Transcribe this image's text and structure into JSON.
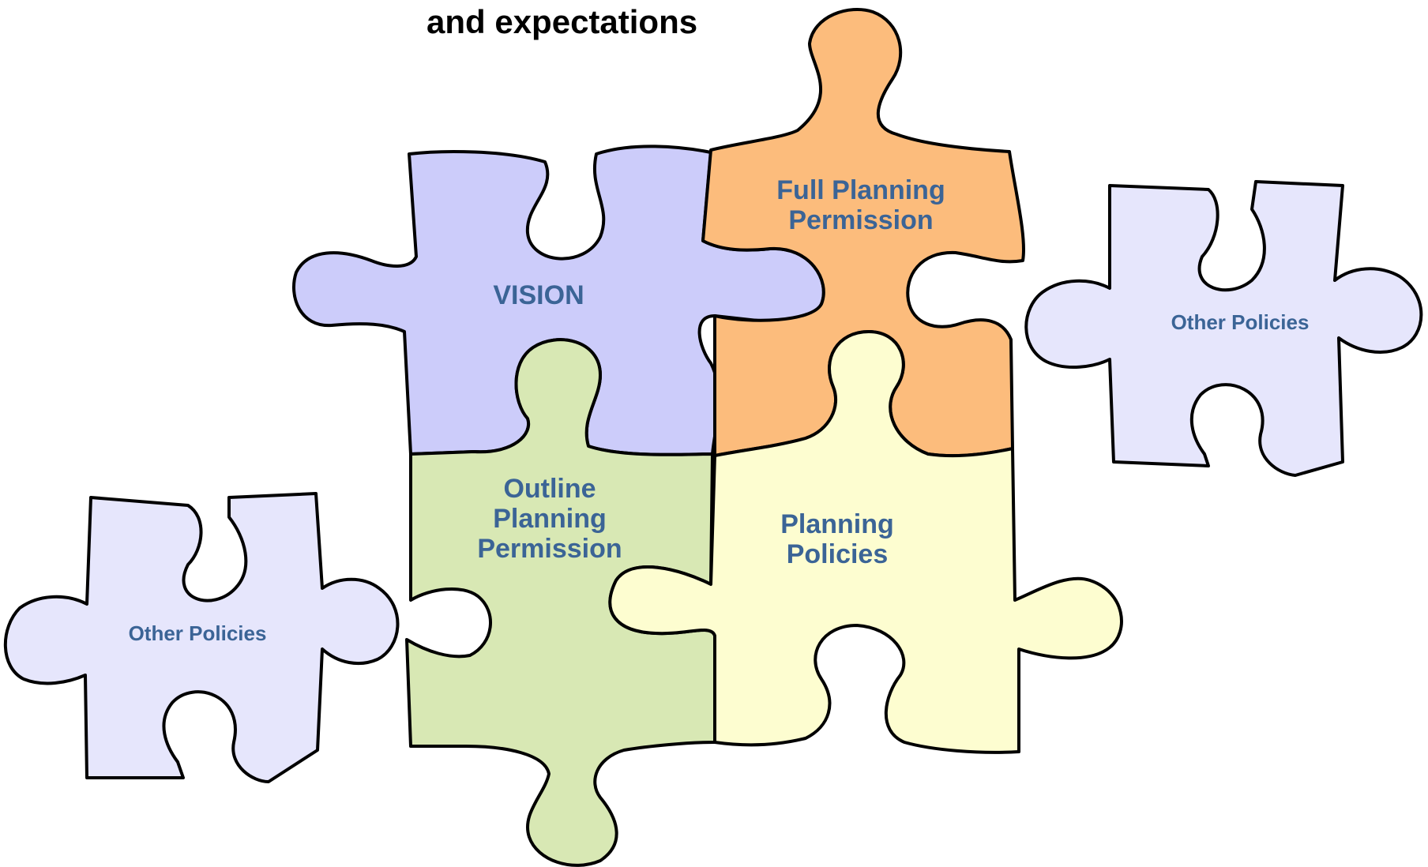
{
  "title_text": "and expectations",
  "colors": {
    "vision": "#ccccfa",
    "full_planning": "#fcbc7c",
    "outline_planning": "#d8e8b4",
    "planning_policies": "#fdfdd0",
    "other_policies": "#e6e6fc",
    "label_text": "#3b6496",
    "outline": "#000000"
  },
  "pieces": {
    "vision": {
      "lines": [
        "VISION"
      ]
    },
    "full_planning": {
      "lines": [
        "Full Planning",
        "Permission"
      ]
    },
    "outline_planning": {
      "lines": [
        "Outline",
        "Planning",
        "Permission"
      ]
    },
    "planning_policies": {
      "lines": [
        "Planning",
        "Policies"
      ]
    },
    "other_policies_right": {
      "lines": [
        "Other Policies"
      ]
    },
    "other_policies_left": {
      "lines": [
        "Other Policies"
      ]
    }
  }
}
